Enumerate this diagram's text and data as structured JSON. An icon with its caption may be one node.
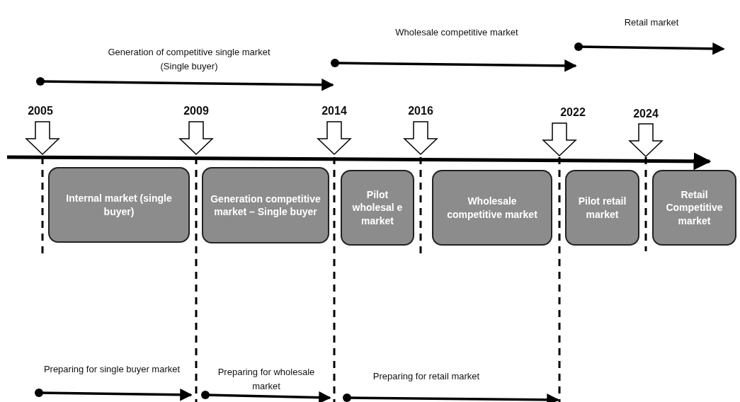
{
  "diagram": {
    "nodes": [
      {
        "text": [
          "Internal market (single buyer)"
        ]
      },
      {
        "text": [
          "Generation competitive market – Single buyer"
        ]
      },
      {
        "text": [
          "Pilot wholesal e market"
        ]
      },
      {
        "text": [
          "Wholesale competitive market"
        ]
      },
      {
        "text": [
          "Pilot retail market"
        ]
      },
      {
        "text": [
          "Retail Competitive market"
        ]
      }
    ],
    "labels": [
      "Retail market",
      "Wholesale competitive market",
      "Generation of competitive single market (Single buyer)",
      "2005",
      "2009",
      "2014",
      "2016",
      "2022",
      "2024",
      "Preparing for single buyer market",
      "Preparing for wholesale market",
      "Preparing for retail market"
    ]
  }
}
